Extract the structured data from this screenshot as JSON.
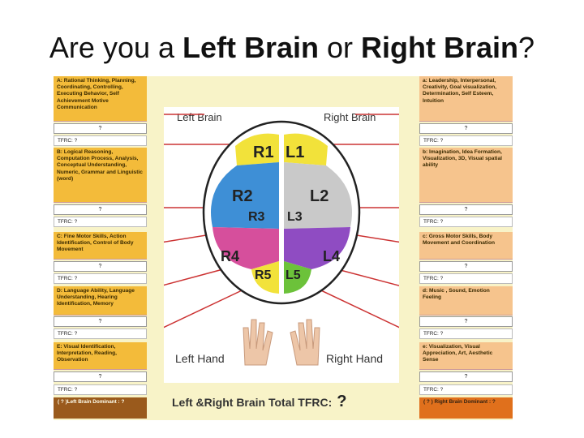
{
  "title": {
    "pre": "Are you a ",
    "left": "Left Brain",
    "mid": " or ",
    "right": "Right Brain",
    "post": "?"
  },
  "diagram": {
    "left_brain": "Left Brain",
    "right_brain": "Right Brain",
    "left_hand": "Left Hand",
    "right_hand": "Right Hand",
    "regions": [
      "R1",
      "L1",
      "R2",
      "L2",
      "R3",
      "L3",
      "R4",
      "L4",
      "R5",
      "L5"
    ],
    "total_label": "Left &Right Brain Total TFRC:",
    "total_value": "?"
  },
  "left_column": [
    {
      "desc": "A: Rational Thinking, Planning, Coordinating, Controlling, Executing Behavior, Self Achievement Motive Communication",
      "q": "?",
      "tfrc": "TFRC: ?"
    },
    {
      "desc": "B: Logical Reasoning, Computation Process, Analysis, Conceptual Understanding, Numeric, Grammar and Linguistic (word)",
      "q": "?",
      "tfrc": "TFRC: ?"
    },
    {
      "desc": "C: Fine Motor Skills, Action Identification, Control of Body Movement",
      "q": "?",
      "tfrc": "TFRC: ?"
    },
    {
      "desc": "D: Language Ability, Language Understanding, Hearing Identification, Memory",
      "q": "?",
      "tfrc": "TFRC: ?"
    },
    {
      "desc": "E: Visual Identification, Interpretation, Reading, Observation",
      "q": "?",
      "tfrc": "TFRC: ?"
    }
  ],
  "right_column": [
    {
      "desc": "a: Leadership, Interpersonal, Creativity, Goal visualization, Determination, Self Esteem, Intuition",
      "q": "?",
      "tfrc": "TFRC: ?"
    },
    {
      "desc": "b: Imagination, Idea Formation, Visualization, 3D, Visual spatial ability",
      "q": "?",
      "tfrc": "TFRC: ?"
    },
    {
      "desc": "c: Gross Motor Skills, Body Movement and Coordination",
      "q": "?",
      "tfrc": "TFRC: ?"
    },
    {
      "desc": "d: Music , Sound, Emotion Feeling",
      "q": "?",
      "tfrc": "TFRC: ?"
    },
    {
      "desc": "e: Visualization, Visual Appreciation, Art, Aesthetic Sense",
      "q": "?",
      "tfrc": "TFRC: ?"
    }
  ],
  "left_dominant": "( ? )Left Brain Dominant : ?",
  "right_dominant": "( ? ) Right Brain Dominant : ?",
  "colors": {
    "left_desc": "#f3bb3a",
    "right_desc": "#f6c48d",
    "board": "#f8f3c8",
    "arrow": "#cc3333"
  }
}
